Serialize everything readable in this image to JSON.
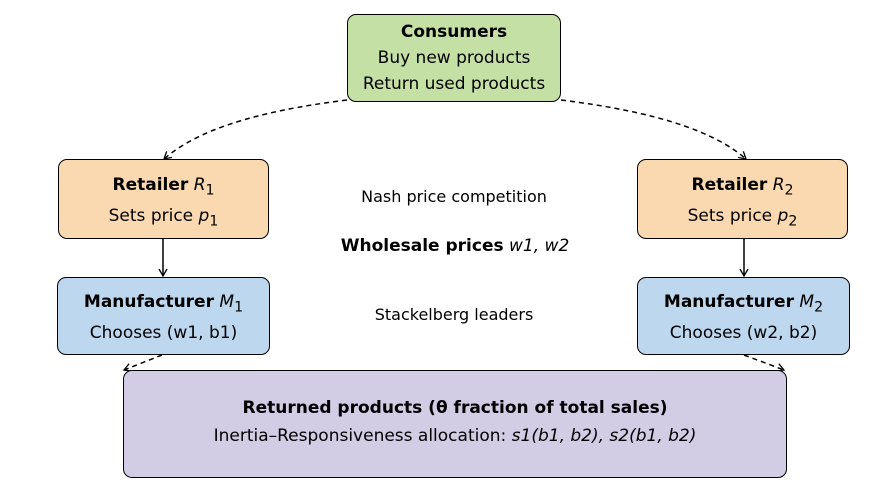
{
  "consumers": {
    "title": "Consumers",
    "line1": "Buy new products",
    "line2": "Return used products"
  },
  "retailer1": {
    "title": "Retailer",
    "sym": "R",
    "sub": "1",
    "line": "Sets price",
    "var": "p",
    "var_sub": "1"
  },
  "retailer2": {
    "title": "Retailer",
    "sym": "R",
    "sub": "2",
    "line": "Sets price",
    "var": "p",
    "var_sub": "2"
  },
  "manufacturer1": {
    "title": "Manufacturer",
    "sym": "M",
    "sub": "1",
    "line": "Chooses (w1, b1)"
  },
  "manufacturer2": {
    "title": "Manufacturer",
    "sym": "M",
    "sub": "2",
    "line": "Chooses (w2, b2)"
  },
  "labels": {
    "nash": "Nash price competition",
    "wholesale": "Wholesale prices",
    "wholesale_vars": "w1, w2",
    "stackelberg": "Stackelberg leaders"
  },
  "returned": {
    "title": "Returned products (θ fraction of total sales)",
    "allocation_prefix": "Inertia–Responsiveness allocation:",
    "allocation_formula": "s1(b1, b2), s2(b1, b2)"
  },
  "colors": {
    "consumers": "#c5e0a5",
    "retailer": "#fad9b1",
    "manufacturer": "#bcd7ee",
    "returned": "#d2cce5"
  }
}
